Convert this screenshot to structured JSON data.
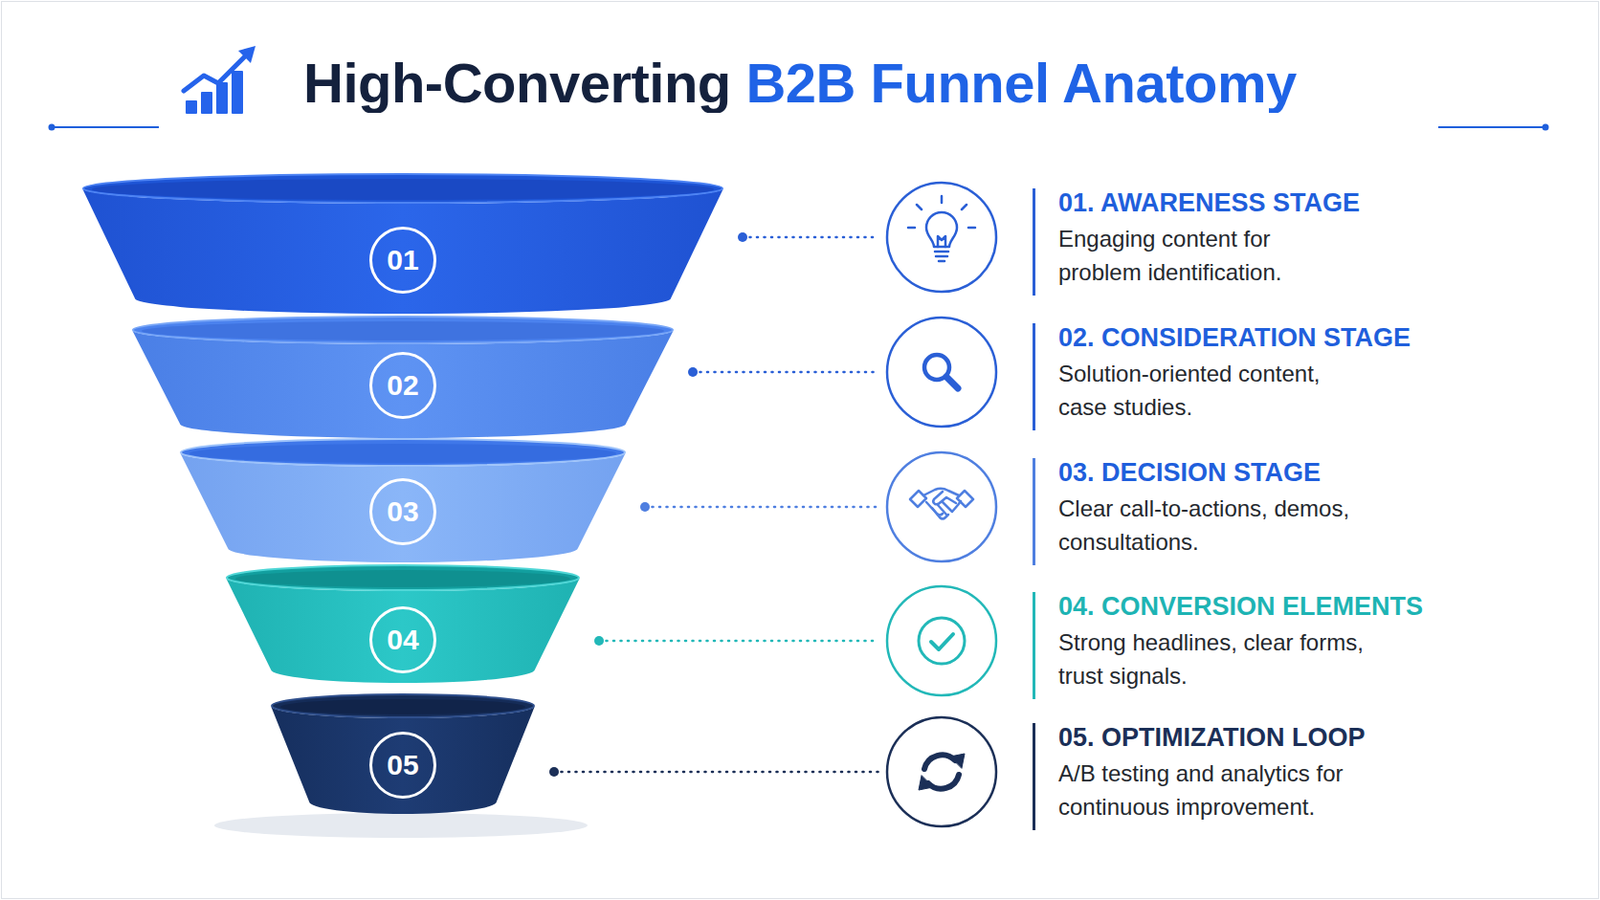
{
  "diagram": {
    "title": "High-Converting B2B Funnel Anatomy",
    "nodes": [
      {
        "text": [
          "01"
        ]
      },
      {
        "text": [
          "01. AWARENESS STAGE",
          "Engaging content for problem identification."
        ]
      },
      {
        "text": [
          "02"
        ]
      },
      {
        "text": [
          "02. CONSIDERATION STAGE",
          "Solution-oriented content, case studies."
        ]
      },
      {
        "text": [
          "03"
        ]
      },
      {
        "text": [
          "03. DECISION STAGE",
          "Clear call-to-actions, demos, consultations."
        ]
      },
      {
        "text": [
          "04"
        ]
      },
      {
        "text": [
          "04. CONVERSION ELEMENTS",
          "Strong headlines, clear forms, trust signals."
        ]
      },
      {
        "text": [
          "05"
        ]
      },
      {
        "text": [
          "05. OPTIMIZATION LOOP",
          "A/B testing and analytics for continuous improvement."
        ]
      }
    ],
    "edges": [
      {
        "from": 0,
        "to": 1,
        "arrow": "none"
      },
      {
        "from": 2,
        "to": 3,
        "arrow": "none"
      },
      {
        "from": 4,
        "to": 5,
        "arrow": "none"
      },
      {
        "from": 6,
        "to": 7,
        "arrow": "none"
      },
      {
        "from": 8,
        "to": 9,
        "arrow": "none"
      }
    ]
  }
}
